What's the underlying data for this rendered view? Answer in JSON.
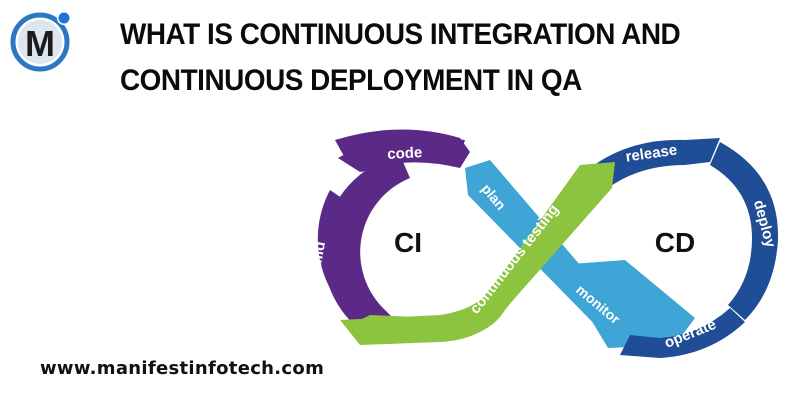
{
  "logo": {
    "letter": "M",
    "ring_color": "#2b79c2",
    "dot_color": "#1e73d8"
  },
  "title": {
    "line1": "WHAT IS CONTINUOUS INTEGRATION AND",
    "line2": "CONTINUOUS DEPLOYMENT IN QA"
  },
  "website": "www.manifestinfotech.com",
  "diagram": {
    "left_loop_label": "CI",
    "right_loop_label": "CD",
    "stages": {
      "code": "code",
      "build": "build",
      "plan": "plan",
      "continuous_testing": "continuous testing",
      "release": "release",
      "deploy": "deploy",
      "operate": "operate",
      "monitor": "monitor"
    },
    "colors": {
      "ci": "#5b2a86",
      "cd": "#1f4e96",
      "plan_monitor": "#3ea5d6",
      "testing": "#8cc43f"
    }
  }
}
